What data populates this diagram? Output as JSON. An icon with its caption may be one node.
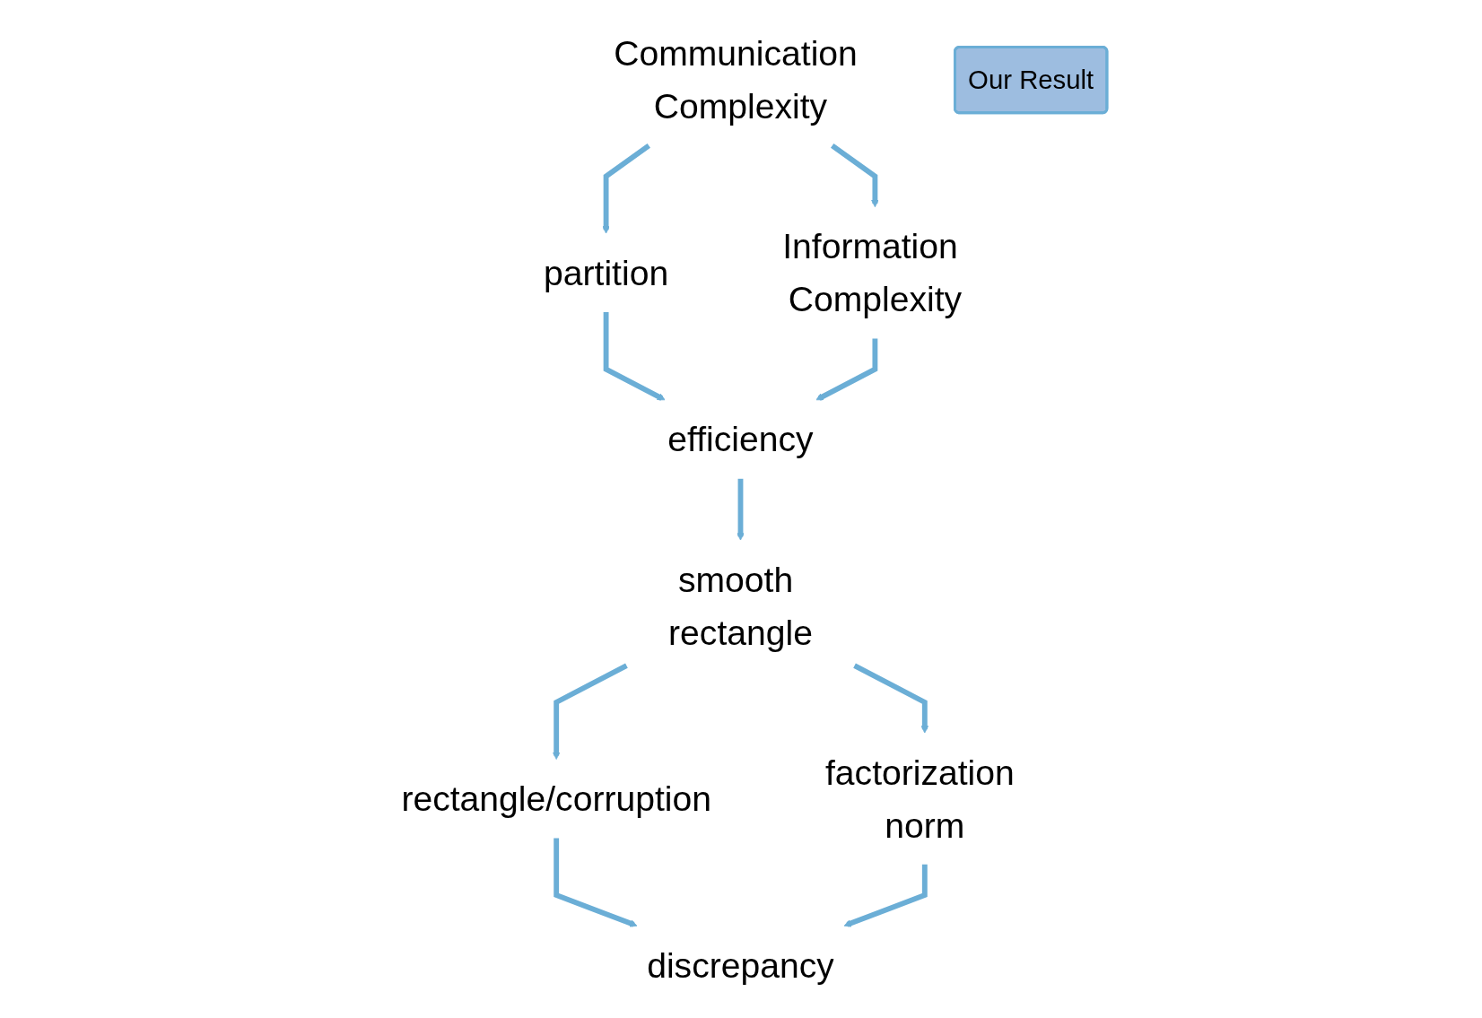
{
  "diagram": {
    "nodes": [
      {
        "text": [
          "Communication Complexity"
        ]
      },
      {
        "text": [
          "partition"
        ]
      },
      {
        "text": [
          "Information Complexity"
        ]
      },
      {
        "text": [
          "efficiency"
        ]
      },
      {
        "text": [
          "Our Result"
        ]
      },
      {
        "text": [
          "smooth rectangle"
        ]
      },
      {
        "text": [
          "rectangle/corruption"
        ]
      },
      {
        "text": [
          "factorization norm"
        ]
      },
      {
        "text": [
          "discrepancy"
        ]
      }
    ],
    "edges": [
      {
        "from": 0,
        "to": 1,
        "arrow": "to"
      },
      {
        "from": 0,
        "to": 2,
        "arrow": "to"
      },
      {
        "from": 1,
        "to": 3,
        "arrow": "to"
      },
      {
        "from": 2,
        "to": 3,
        "arrow": "to"
      },
      {
        "from": 3,
        "to": 5,
        "arrow": "to"
      },
      {
        "from": 5,
        "to": 6,
        "arrow": "to"
      },
      {
        "from": 5,
        "to": 7,
        "arrow": "to"
      },
      {
        "from": 6,
        "to": 8,
        "arrow": "to"
      },
      {
        "from": 7,
        "to": 8,
        "arrow": "to"
      }
    ]
  }
}
